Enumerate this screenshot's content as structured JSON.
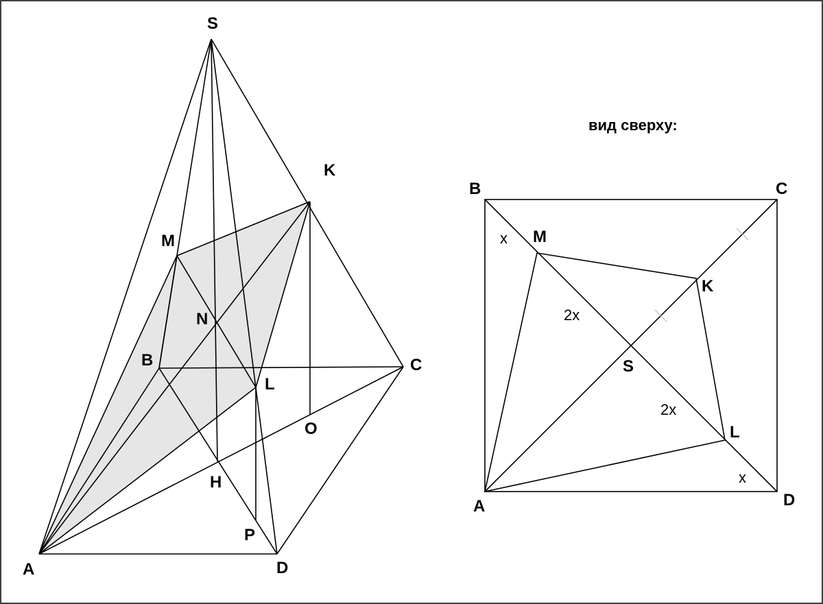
{
  "pyramid": {
    "labels": {
      "S": "S",
      "K": "K",
      "M": "M",
      "N": "N",
      "B": "B",
      "C": "C",
      "L": "L",
      "O": "O",
      "H": "H",
      "P": "P",
      "A": "A",
      "D": "D"
    },
    "section_fill": "#e6e6e6"
  },
  "top_view": {
    "title": "вид сверху:",
    "labels": {
      "B": "B",
      "C": "C",
      "M": "M",
      "K": "K",
      "S": "S",
      "L": "L",
      "A": "A",
      "D": "D"
    },
    "segment_labels": {
      "BM": "x",
      "MS": "2x",
      "SL": "2x",
      "LD": "x"
    }
  }
}
